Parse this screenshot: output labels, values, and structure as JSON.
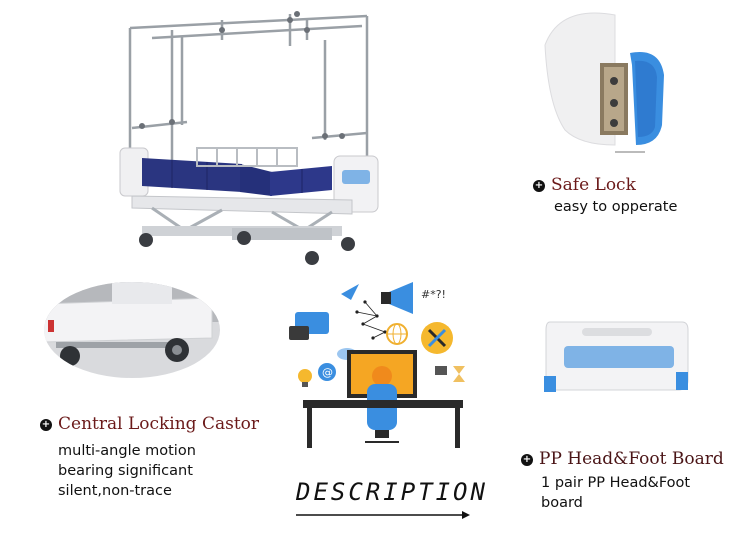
{
  "features": [
    {
      "title": "Safe Lock",
      "desc": [
        "easy to opperate"
      ]
    },
    {
      "title": "Central Locking Castor",
      "desc": [
        "multi-angle motion",
        "bearing significant",
        "silent,non-trace"
      ]
    },
    {
      "title": "PP Head&Foot Board",
      "desc": [
        "1 pair PP Head&Foot",
        "board"
      ]
    }
  ],
  "description_label": "DESCRIPTION",
  "icons": {
    "bullet": "plus-circle-icon",
    "doodles": [
      "chat-bubble-icon",
      "plane-icon",
      "megaphone-icon",
      "globe-icon",
      "tools-icon",
      "lightbulb-icon",
      "at-icon",
      "cloud-icon",
      "hourglass-icon"
    ],
    "doodle_text": "#*?!"
  },
  "colors": {
    "title": "#6b1a1a",
    "mattress": "#2a3580",
    "panel_blue": "#7fb3e6",
    "accent_blue": "#3a8ee0"
  }
}
